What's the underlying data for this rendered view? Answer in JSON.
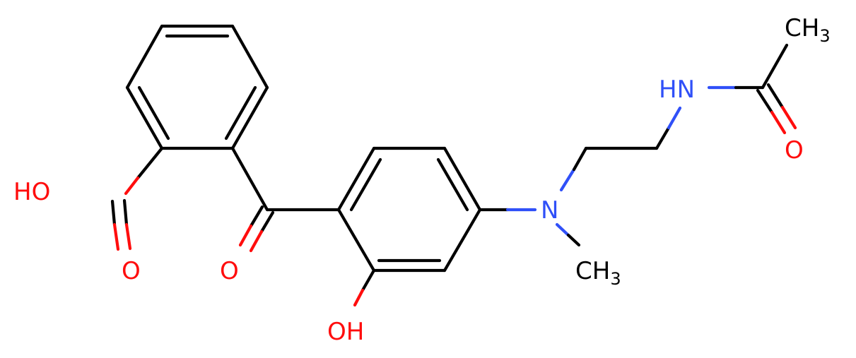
{
  "colors": {
    "background": "#ffffff",
    "bond": "#000000",
    "oxygen": "#ff0d0d",
    "nitrogen": "#3050f8",
    "carbon_label": "#000000"
  },
  "atoms": {
    "carboxyl_oh": "HO",
    "carboxyl_o": "O",
    "ketone_o": "O",
    "phenol_oh": "OH",
    "amine_n": "N",
    "n_methyl": "CH",
    "n_methyl_sub": "3",
    "amide_nh": "HN",
    "amide_o": "O",
    "acetyl_methyl": "CH",
    "acetyl_methyl_sub": "3"
  }
}
